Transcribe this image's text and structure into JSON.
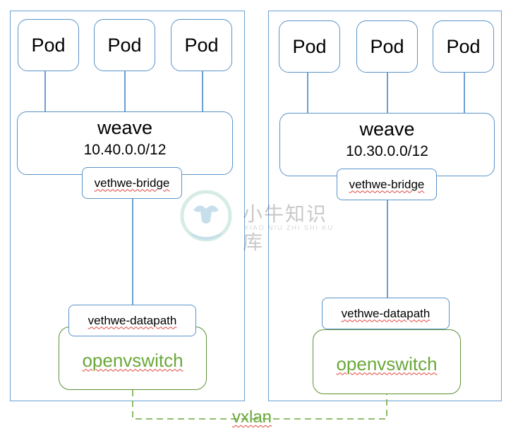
{
  "colors": {
    "host_border": "#6b9fd0",
    "box_border": "#5a93c9",
    "ovs_border": "#5d8f36",
    "green_text": "#6aa839",
    "squiggle": "#e0443c",
    "vxlan_dash": "#6aa839"
  },
  "hosts": [
    {
      "pods": [
        "Pod",
        "Pod",
        "Pod"
      ],
      "weave_name": "weave",
      "weave_cidr": "10.40.0.0/12",
      "bridge": "vethwe-bridge",
      "datapath": "vethwe-datapath",
      "ovs": "openvswitch"
    },
    {
      "pods": [
        "Pod",
        "Pod",
        "Pod"
      ],
      "weave_name": "weave",
      "weave_cidr": "10.30.0.0/12",
      "bridge": "vethwe-bridge",
      "datapath": "vethwe-datapath",
      "ovs": "openvswitch"
    }
  ],
  "tunnel_label": "vxlan",
  "watermark": {
    "cn": "小牛知识库",
    "en": "XIAO NIU ZHI SHI KU"
  }
}
